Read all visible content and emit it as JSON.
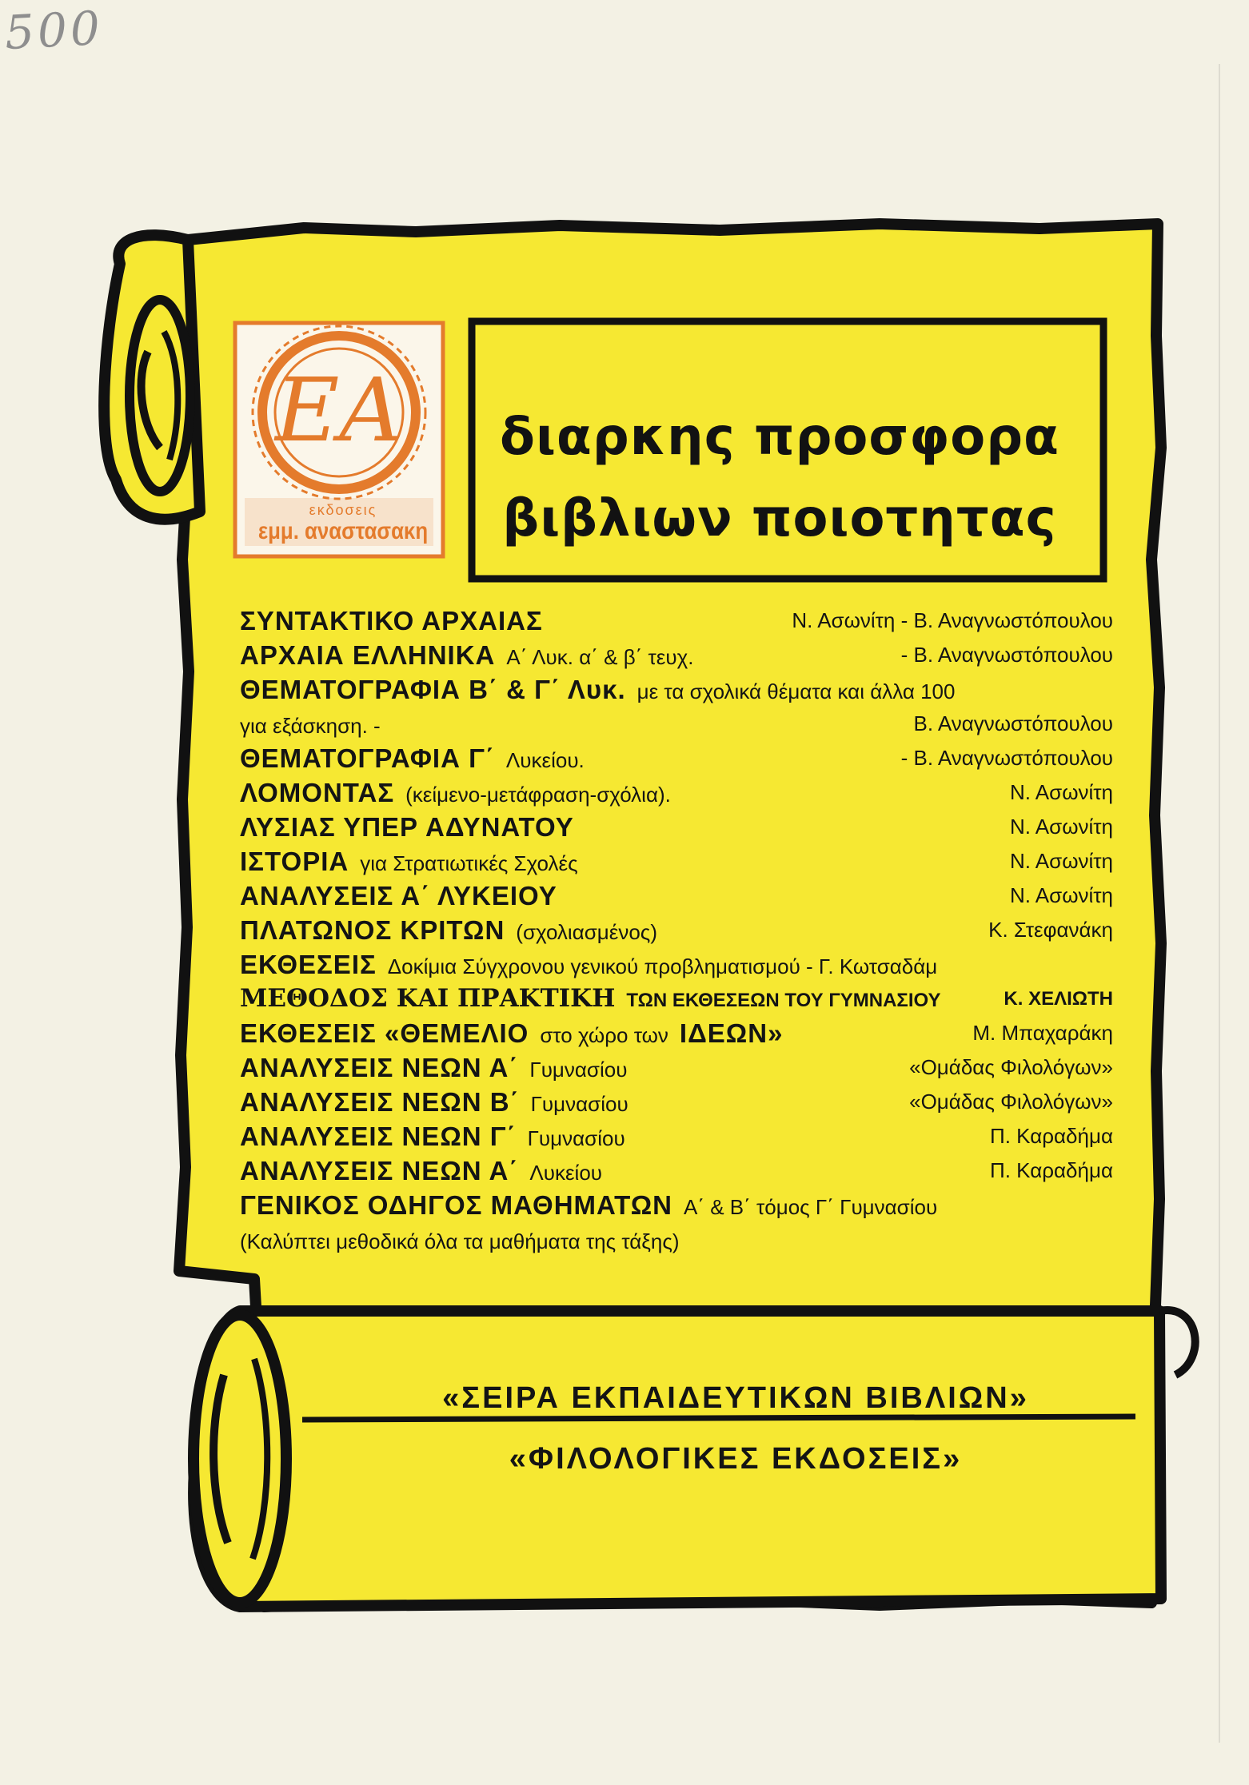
{
  "corner_note": "500",
  "logo": {
    "monogram": "ΕΑ",
    "small_text": "εκδοσεις",
    "publisher": "εμμ. αναστασακη"
  },
  "slogan": {
    "line1": "διαρκης προσφορα",
    "line2": "βιβλιων ποιοτητας"
  },
  "books": [
    {
      "title": "ΣΥΝΤΑΚΤΙΚΟ ΑΡΧΑΙΑΣ",
      "desc": "",
      "author": "Ν. Ασωνίτη - Β. Αναγνωστόπουλου"
    },
    {
      "title": "ΑΡΧΑΙΑ ΕΛΛΗΝΙΚΑ",
      "desc": "Α΄ Λυκ. α΄ & β΄ τευχ.",
      "author": "- Β. Αναγνωστόπουλου"
    },
    {
      "title": "ΘΕΜΑΤΟΓΡΑΦΙΑ Β΄ & Γ΄ Λυκ.",
      "desc": "με τα σχολικά θέματα και άλλα 100",
      "author": ""
    },
    {
      "title": "",
      "desc": "για εξάσκηση. -",
      "author": "Β. Αναγνωστόπουλου"
    },
    {
      "title": "ΘΕΜΑΤΟΓΡΑΦΙΑ Γ΄",
      "desc": "Λυκείου.",
      "author": "- Β. Αναγνωστόπουλου"
    },
    {
      "title": "ΛΟΜΟΝΤΑΣ",
      "desc": "(κείμενο-μετάφραση-σχόλια).",
      "author": "Ν. Ασωνίτη"
    },
    {
      "title": "ΛΥΣΙΑΣ ΥΠΕΡ ΑΔΥΝΑΤΟΥ",
      "desc": "",
      "author": "Ν. Ασωνίτη"
    },
    {
      "title": "ΙΣΤΟΡΙΑ",
      "desc": "για Στρατιωτικές Σχολές",
      "author": "Ν. Ασωνίτη"
    },
    {
      "title": "ΑΝΑΛΥΣΕΙΣ Α΄ ΛΥΚΕΙΟΥ",
      "desc": "",
      "author": "Ν. Ασωνίτη"
    },
    {
      "title": "ΠΛΑΤΩΝΟΣ ΚΡΙΤΩΝ",
      "desc": "(σχολιασμένος)",
      "author": "Κ. Στεφανάκη"
    },
    {
      "title": "ΕΚΘΕΣΕΙΣ",
      "desc": "Δοκίμια Σύγχρονου γενικού προβληματισμού - Γ. Κωτσαδάμ",
      "author": ""
    },
    {
      "title": "ΜΕΘΟΔΟΣ ΚΑΙ ΠΡΑΚΤΙΚΗ",
      "desc": "ΤΩΝ ΕΚΘΕΣΕΩΝ ΤΟΥ ΓΥΜΝΑΣΙΟΥ",
      "author": "Κ. ΧΕΛΙΩΤΗ"
    },
    {
      "title": "ΕΚΘΕΣΕΙΣ «ΘΕΜΕΛΙΟ",
      "desc": "στο χώρο των",
      "title2": "ΙΔΕΩΝ»",
      "author": "Μ. Μπαχαράκη"
    },
    {
      "title": "ΑΝΑΛΥΣΕΙΣ ΝΕΩΝ Α΄",
      "desc": "Γυμνασίου",
      "author": "«Ομάδας Φιλολόγων»"
    },
    {
      "title": "ΑΝΑΛΥΣΕΙΣ ΝΕΩΝ Β΄",
      "desc": "Γυμνασίου",
      "author": "«Ομάδας Φιλολόγων»"
    },
    {
      "title": "ΑΝΑΛΥΣΕΙΣ ΝΕΩΝ Γ΄",
      "desc": "Γυμνασίου",
      "author": "Π. Καραδήμα"
    },
    {
      "title": "ΑΝΑΛΥΣΕΙΣ ΝΕΩΝ Α΄",
      "desc": "Λυκείου",
      "author": "Π. Καραδήμα"
    },
    {
      "title": "ΓΕΝΙΚΟΣ ΟΔΗΓΟΣ ΜΑΘΗΜΑΤΩΝ",
      "desc": "Α΄ & Β΄ τόμος Γ΄ Γυμνασίου",
      "author": ""
    },
    {
      "title": "",
      "desc": "(Καλύπτει μεθοδικά όλα τα μαθήματα της τάξης)",
      "author": ""
    }
  ],
  "footer": {
    "series": "«ΣΕΙΡΑ ΕΚΠΑΙΔΕΥΤΙΚΩΝ ΒΙΒΛΙΩΝ»",
    "imprint": "«ΦΙΛΟΛΟΓΙΚΕΣ ΕΚΔΟΣΕΙΣ»"
  },
  "colors": {
    "scroll_fill": "#f6e832",
    "outline": "#111111",
    "logo_orange": "#e47b2c",
    "page": "#f3f1e4"
  }
}
